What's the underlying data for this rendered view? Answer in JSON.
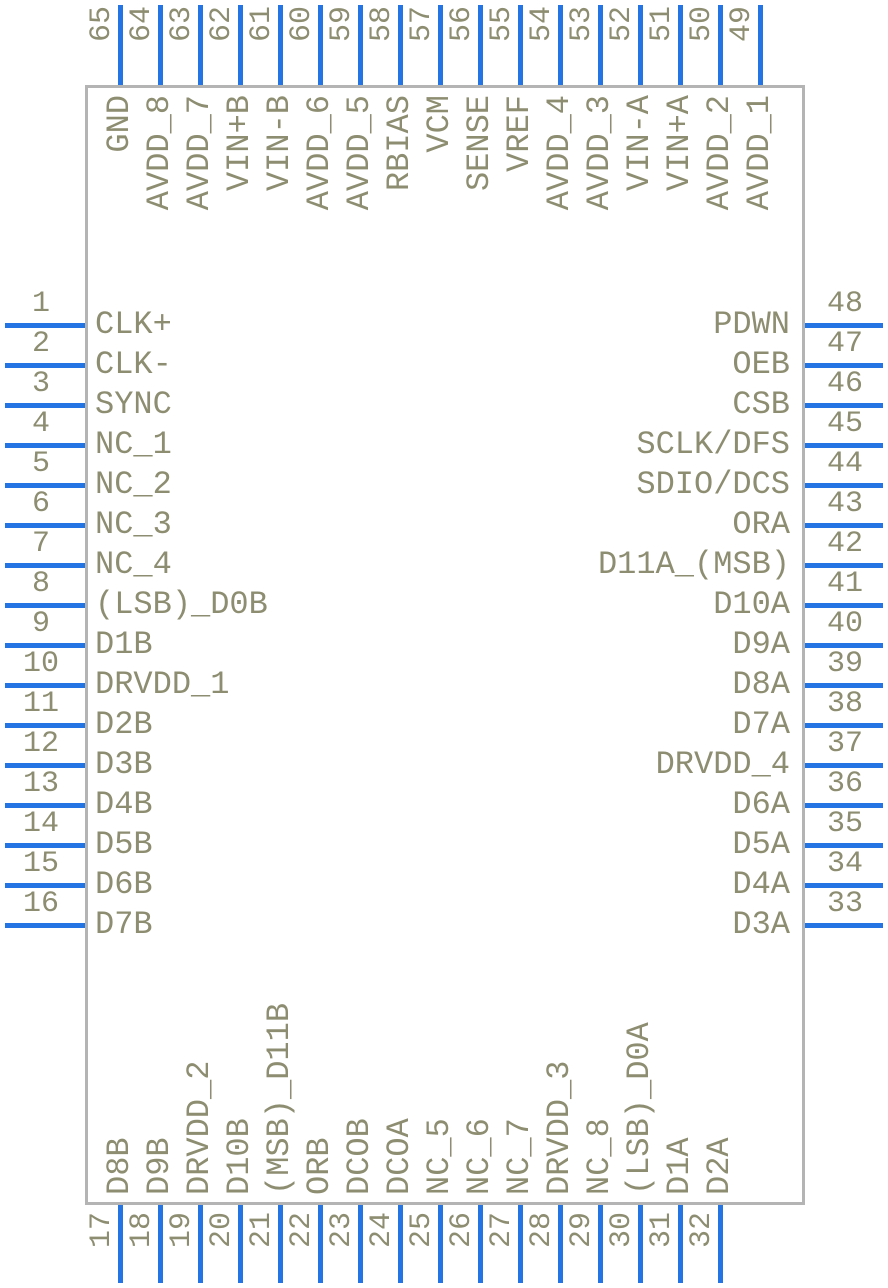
{
  "diagram": {
    "kind": "ic-pinout",
    "sides": [
      "left",
      "right",
      "top",
      "bottom"
    ]
  },
  "colors": {
    "pin_lead": "#2474e4",
    "label_text": "#8d8d71",
    "body_border": "#b4b4b4",
    "body_fill": "#ffffff",
    "background": "#ffffff"
  },
  "pins": {
    "left": [
      {
        "num": "1",
        "name": "CLK+"
      },
      {
        "num": "2",
        "name": "CLK-"
      },
      {
        "num": "3",
        "name": "SYNC"
      },
      {
        "num": "4",
        "name": "NC_1"
      },
      {
        "num": "5",
        "name": "NC_2"
      },
      {
        "num": "6",
        "name": "NC_3"
      },
      {
        "num": "7",
        "name": "NC_4"
      },
      {
        "num": "8",
        "name": "(LSB)_D0B"
      },
      {
        "num": "9",
        "name": "D1B"
      },
      {
        "num": "10",
        "name": "DRVDD_1"
      },
      {
        "num": "11",
        "name": "D2B"
      },
      {
        "num": "12",
        "name": "D3B"
      },
      {
        "num": "13",
        "name": "D4B"
      },
      {
        "num": "14",
        "name": "D5B"
      },
      {
        "num": "15",
        "name": "D6B"
      },
      {
        "num": "16",
        "name": "D7B"
      }
    ],
    "right": [
      {
        "num": "48",
        "name": "PDWN"
      },
      {
        "num": "47",
        "name": "OEB"
      },
      {
        "num": "46",
        "name": "CSB"
      },
      {
        "num": "45",
        "name": "SCLK/DFS"
      },
      {
        "num": "44",
        "name": "SDIO/DCS"
      },
      {
        "num": "43",
        "name": "ORA"
      },
      {
        "num": "42",
        "name": "D11A_(MSB)"
      },
      {
        "num": "41",
        "name": "D10A"
      },
      {
        "num": "40",
        "name": "D9A"
      },
      {
        "num": "39",
        "name": "D8A"
      },
      {
        "num": "38",
        "name": "D7A"
      },
      {
        "num": "37",
        "name": "DRVDD_4"
      },
      {
        "num": "36",
        "name": "D6A"
      },
      {
        "num": "35",
        "name": "D5A"
      },
      {
        "num": "34",
        "name": "D4A"
      },
      {
        "num": "33",
        "name": "D3A"
      }
    ],
    "top": [
      {
        "num": "65",
        "name": "GND"
      },
      {
        "num": "64",
        "name": "AVDD_8"
      },
      {
        "num": "63",
        "name": "AVDD_7"
      },
      {
        "num": "62",
        "name": "VIN+B"
      },
      {
        "num": "61",
        "name": "VIN-B"
      },
      {
        "num": "60",
        "name": "AVDD_6"
      },
      {
        "num": "59",
        "name": "AVDD_5"
      },
      {
        "num": "58",
        "name": "RBIAS"
      },
      {
        "num": "57",
        "name": "VCM"
      },
      {
        "num": "56",
        "name": "SENSE"
      },
      {
        "num": "55",
        "name": "VREF"
      },
      {
        "num": "54",
        "name": "AVDD_4"
      },
      {
        "num": "53",
        "name": "AVDD_3"
      },
      {
        "num": "52",
        "name": "VIN-A"
      },
      {
        "num": "51",
        "name": "VIN+A"
      },
      {
        "num": "50",
        "name": "AVDD_2"
      },
      {
        "num": "49",
        "name": "AVDD_1"
      }
    ],
    "bottom": [
      {
        "num": "17",
        "name": "D8B"
      },
      {
        "num": "18",
        "name": "D9B"
      },
      {
        "num": "19",
        "name": "DRVDD_2"
      },
      {
        "num": "20",
        "name": "D10B"
      },
      {
        "num": "21",
        "name": "(MSB)_D11B"
      },
      {
        "num": "22",
        "name": "ORB"
      },
      {
        "num": "23",
        "name": "DCOB"
      },
      {
        "num": "24",
        "name": "DCOA"
      },
      {
        "num": "25",
        "name": "NC_5"
      },
      {
        "num": "26",
        "name": "NC_6"
      },
      {
        "num": "27",
        "name": "NC_7"
      },
      {
        "num": "28",
        "name": "DRVDD_3"
      },
      {
        "num": "29",
        "name": "NC_8"
      },
      {
        "num": "30",
        "name": "(LSB)_D0A"
      },
      {
        "num": "31",
        "name": "D1A"
      },
      {
        "num": "32",
        "name": "D2A"
      }
    ]
  }
}
